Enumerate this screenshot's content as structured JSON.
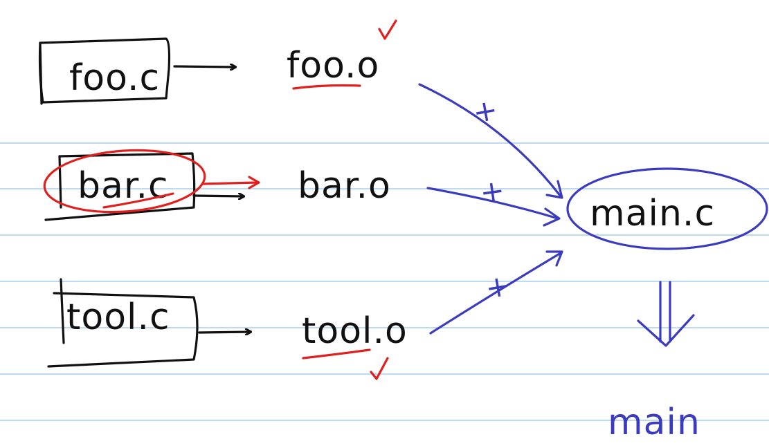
{
  "colors": {
    "ink": "#111111",
    "red": "#e0201e",
    "blue": "#3b3bbf",
    "rule": "#a9cdef"
  },
  "nodes": {
    "foo_c": "foo.c",
    "bar_c": "bar.c",
    "tool_c": "tool.c",
    "foo_o": "foo.o",
    "bar_o": "bar.o",
    "tool_o": "tool.o",
    "main_c": "main.c",
    "main": "main"
  },
  "marks": {
    "plus": "+",
    "check_icon": "check-icon",
    "double_arrow_icon": "double-down-arrow-icon"
  }
}
